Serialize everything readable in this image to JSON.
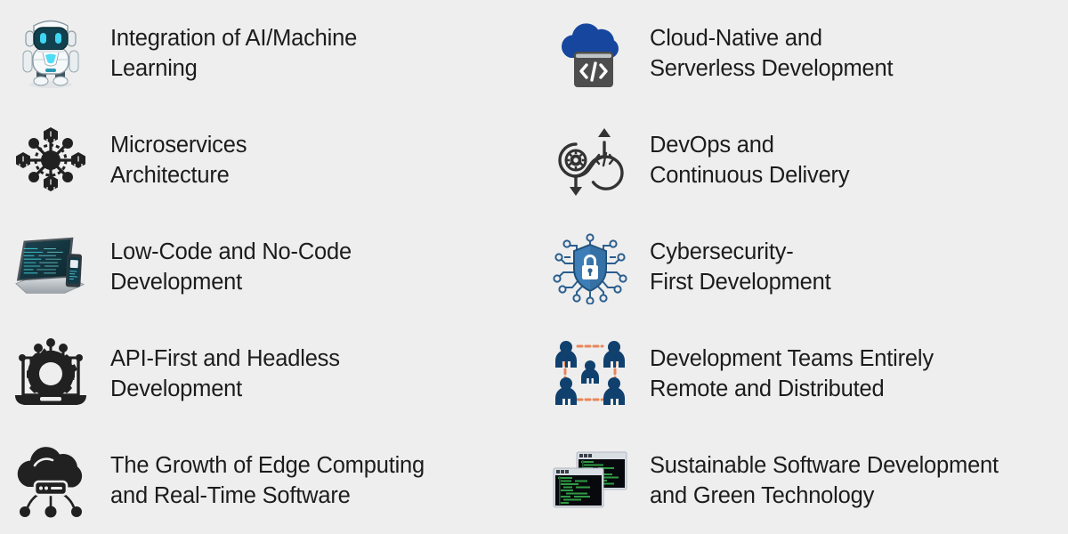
{
  "page": {
    "background_color": "#eeeeee",
    "text_color": "#1c1c1c",
    "columns": 2,
    "rows": 5
  },
  "palette": {
    "robot_body": "#f2f4f6",
    "robot_visor": "#123b4d",
    "robot_eye": "#35d4f5",
    "cloud_blue": "#17469e",
    "window_gray": "#4d4d4d",
    "ink_black": "#212121",
    "shield_blue": "#2f6fad",
    "circuit_blue": "#2b5f8f",
    "person_navy": "#10406e",
    "dash_orange": "#e8865a",
    "terminal_green": "#2f8f3f",
    "terminal_black": "#07090d",
    "laptop_screen": "#10333d"
  },
  "items": [
    {
      "id": "ai-machine-learning",
      "column": "left",
      "row": 1,
      "icon": "robot-mascot-icon",
      "label": "Integration of AI/Machine Learning",
      "lines": [
        "Integration of AI/Machine",
        "Learning"
      ]
    },
    {
      "id": "cloud-native-serverless",
      "column": "right",
      "row": 1,
      "icon": "cloud-code-window-icon",
      "label": "Cloud-Native and Serverless Development",
      "lines": [
        "Cloud-Native and",
        "Serverless Development"
      ]
    },
    {
      "id": "microservices-architecture",
      "column": "left",
      "row": 2,
      "icon": "microservices-hub-nodes-icon",
      "label": "Microservices Architecture",
      "lines": [
        "Microservices",
        "Architecture"
      ]
    },
    {
      "id": "devops-continuous-delivery",
      "column": "right",
      "row": 2,
      "icon": "devops-infinity-loop-icon",
      "label": "DevOps and Continuous Delivery",
      "lines": [
        "DevOps and",
        "Continuous Delivery"
      ]
    },
    {
      "id": "low-code-no-code",
      "column": "left",
      "row": 3,
      "icon": "laptop-and-phone-icon",
      "label": "Low-Code and No-Code Development",
      "lines": [
        "Low-Code and No-Code",
        "Development"
      ]
    },
    {
      "id": "cybersecurity-first",
      "column": "right",
      "row": 3,
      "icon": "shield-lock-circuit-icon",
      "label": "Cybersecurity-First Development",
      "lines": [
        "Cybersecurity-",
        "First Development"
      ]
    },
    {
      "id": "api-first-headless",
      "column": "left",
      "row": 4,
      "icon": "laptop-gear-nodes-icon",
      "label": "API-First and Headless Development",
      "lines": [
        "API-First and Headless",
        "Development"
      ]
    },
    {
      "id": "remote-distributed-teams",
      "column": "right",
      "row": 4,
      "icon": "distributed-team-people-icon",
      "label": "Development Teams Entirely Remote and Distributed",
      "lines": [
        "Development Teams Entirely",
        "Remote and Distributed"
      ]
    },
    {
      "id": "edge-computing-realtime",
      "column": "left",
      "row": 5,
      "icon": "cloud-server-nodes-icon",
      "label": "The Growth of Edge Computing and Real-Time Software",
      "lines": [
        "The Growth of Edge Computing",
        "and Real-Time Software"
      ]
    },
    {
      "id": "sustainable-green-tech",
      "column": "right",
      "row": 5,
      "icon": "terminal-windows-icon",
      "label": "Sustainable Software Development and Green Technology",
      "lines": [
        "Sustainable Software Development",
        "and Green Technology"
      ]
    }
  ]
}
